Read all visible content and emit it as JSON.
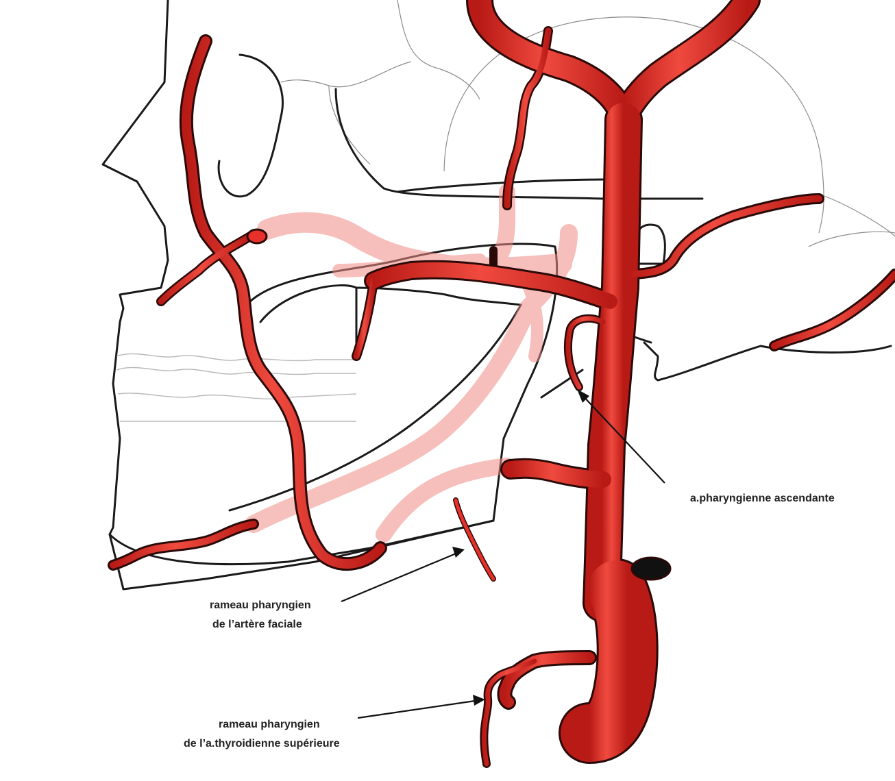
{
  "labels": {
    "ascending_pharyngeal": "a.pharyngienne ascendante",
    "facial_branch_line1": "rameau pharyngien",
    "facial_branch_line2": "de l’artère faciale",
    "thyroid_branch_line1": "rameau pharyngien",
    "thyroid_branch_line2": "de l’a.thyroidienne supérieure"
  },
  "colors": {
    "artery_fill": "#e8302a",
    "artery_outline": "#2a0a08",
    "artery_transparent": "#f3a5a0",
    "bone_outline": "#1a1a1a",
    "background": "#ffffff"
  }
}
